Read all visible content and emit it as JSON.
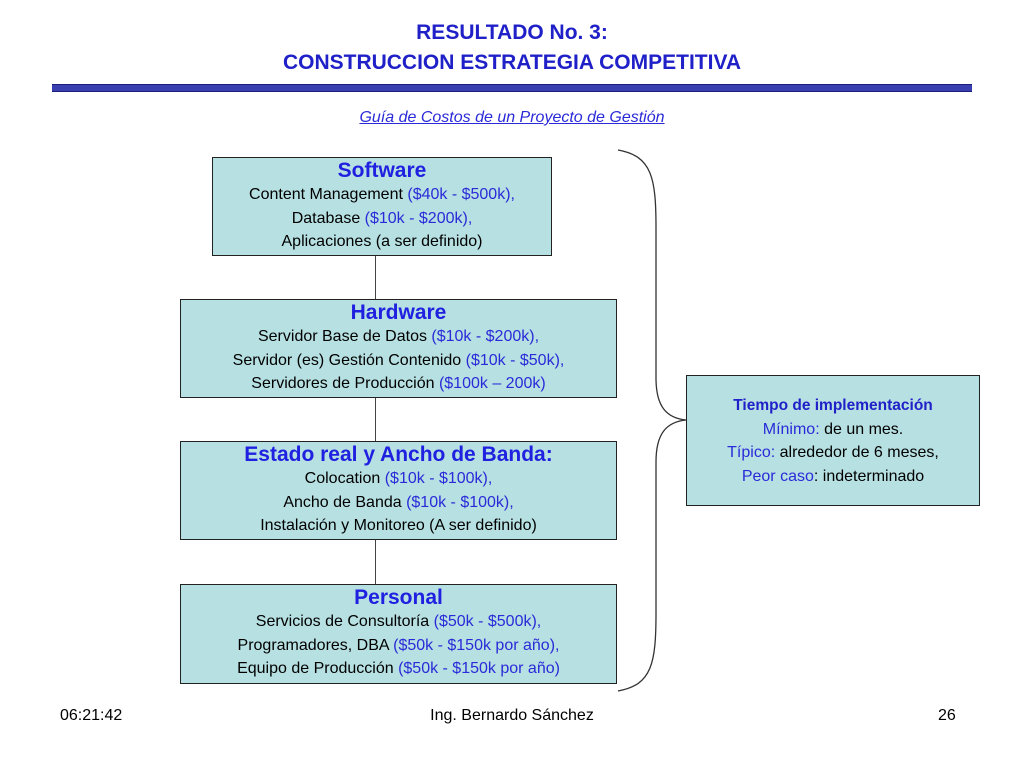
{
  "slide": {
    "title_line1": "RESULTADO No. 3:",
    "title_line2": "CONSTRUCCION ESTRATEGIA COMPETITIVA",
    "subtitle": "Guía de Costos de un Proyecto de Gestión"
  },
  "boxes": {
    "software": {
      "heading": "Software",
      "l1_text": "Content Management ",
      "l1_cost": "($40k - $500k),",
      "l2_text": "Database ",
      "l2_cost": "($10k - $200k),",
      "l3_text": "Aplicaciones (a ser definido)"
    },
    "hardware": {
      "heading": "Hardware",
      "l1_text": "Servidor Base de Datos ",
      "l1_cost": "($10k - $200k),",
      "l2_text": "Servidor (es) Gestión Contenido ",
      "l2_cost": "($10k - $50k),",
      "l3_text": "Servidores de Producción ",
      "l3_cost": "($100k – 200k)"
    },
    "estado": {
      "heading": "Estado real y Ancho de Banda:",
      "l1_text": "Colocation ",
      "l1_cost": "($10k - $100k),",
      "l2_text": "Ancho de Banda ",
      "l2_cost": "($10k - $100k),",
      "l3_text": "Instalación y Monitoreo (A ser definido)"
    },
    "personal": {
      "heading": "Personal",
      "l1_text": "Servicios de Consultoría ",
      "l1_cost": "($50k - $500k),",
      "l2_text": "Programadores, DBA ",
      "l2_cost": "($50k - $150k por año),",
      "l3_text": "Equipo de Producción ",
      "l3_cost": "($50k - $150k por año)"
    }
  },
  "tiempo": {
    "heading": "Tiempo de implementación",
    "min_label": "Mínimo:",
    "min_value": " de un mes.",
    "tipico_label": "Típico:",
    "tipico_value": " alrededor de 6 meses,",
    "peor_label": "Peor caso",
    "peor_value": ": indeterminado"
  },
  "footer": {
    "time": "06:21:42",
    "author": "Ing. Bernardo Sánchez",
    "page": "26"
  },
  "colors": {
    "title_blue": "#2020c8",
    "box_fill": "#b7e0e2",
    "rule_blue": "#3a3fb0"
  }
}
